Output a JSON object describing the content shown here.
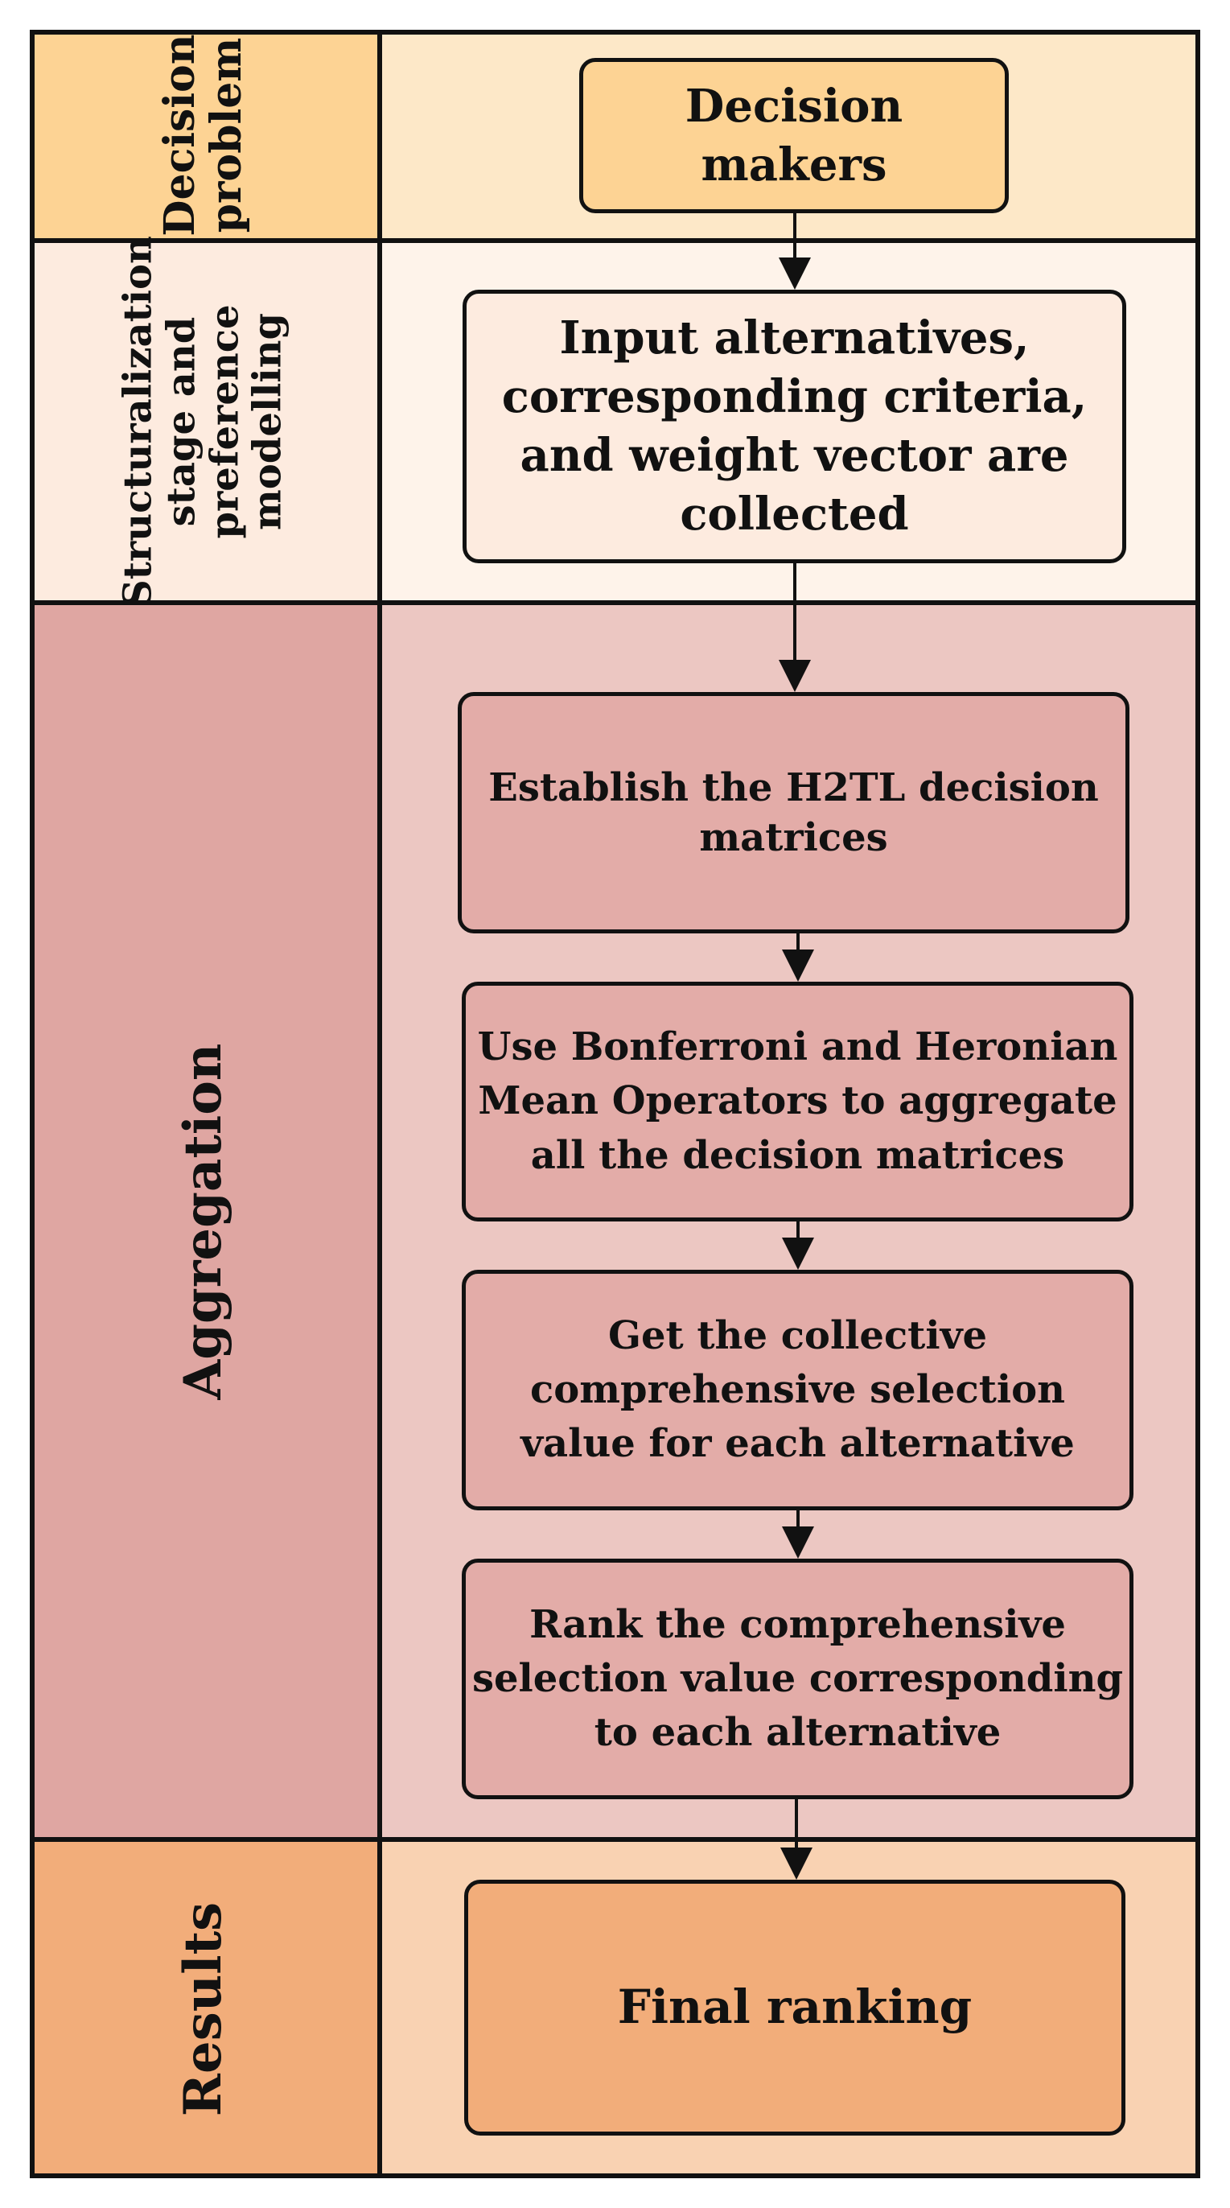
{
  "stages": [
    {
      "id": "decision-problem",
      "label_lines": [
        "Decision",
        "problem"
      ],
      "label_color": "#fdd394",
      "content_color": "#fde8c8"
    },
    {
      "id": "structuralization",
      "label_lines": [
        "Structuralization",
        "stage and",
        "preference",
        "modelling"
      ],
      "label_color": "#fdebdf",
      "content_color": "#fef3ea"
    },
    {
      "id": "aggregation",
      "label_lines": [
        "Aggregation"
      ],
      "label_color": "#dfa6a2",
      "content_color": "#ecc7c2"
    },
    {
      "id": "results",
      "label_lines": [
        "Results"
      ],
      "label_color": "#f2ad7a",
      "content_color": "#f9d2b2"
    }
  ],
  "steps": [
    {
      "id": "decision-makers",
      "lines": [
        "Decision",
        "makers"
      ],
      "fill": "#fdd394"
    },
    {
      "id": "input-alternatives",
      "lines": [
        "Input alternatives,",
        "corresponding criteria,",
        "and weight vector are",
        "collected"
      ],
      "fill": "#fdebdf"
    },
    {
      "id": "establish-matrices",
      "lines": [
        "Establish the H2TL decision",
        "matrices"
      ],
      "fill": "#e3aca8"
    },
    {
      "id": "aggregate-matrices",
      "lines": [
        "Use Bonferroni and Heronian",
        "Mean Operators to aggregate",
        "all the decision matrices"
      ],
      "fill": "#e3aca8"
    },
    {
      "id": "collective-value",
      "lines": [
        "Get the collective",
        "comprehensive selection",
        "value for each alternative"
      ],
      "fill": "#e3aca8"
    },
    {
      "id": "rank-value",
      "lines": [
        "Rank the comprehensive",
        "selection value corresponding",
        "to each alternative"
      ],
      "fill": "#e3aca8"
    },
    {
      "id": "final-ranking",
      "lines": [
        "Final ranking"
      ],
      "fill": "#f2ad7a"
    }
  ]
}
